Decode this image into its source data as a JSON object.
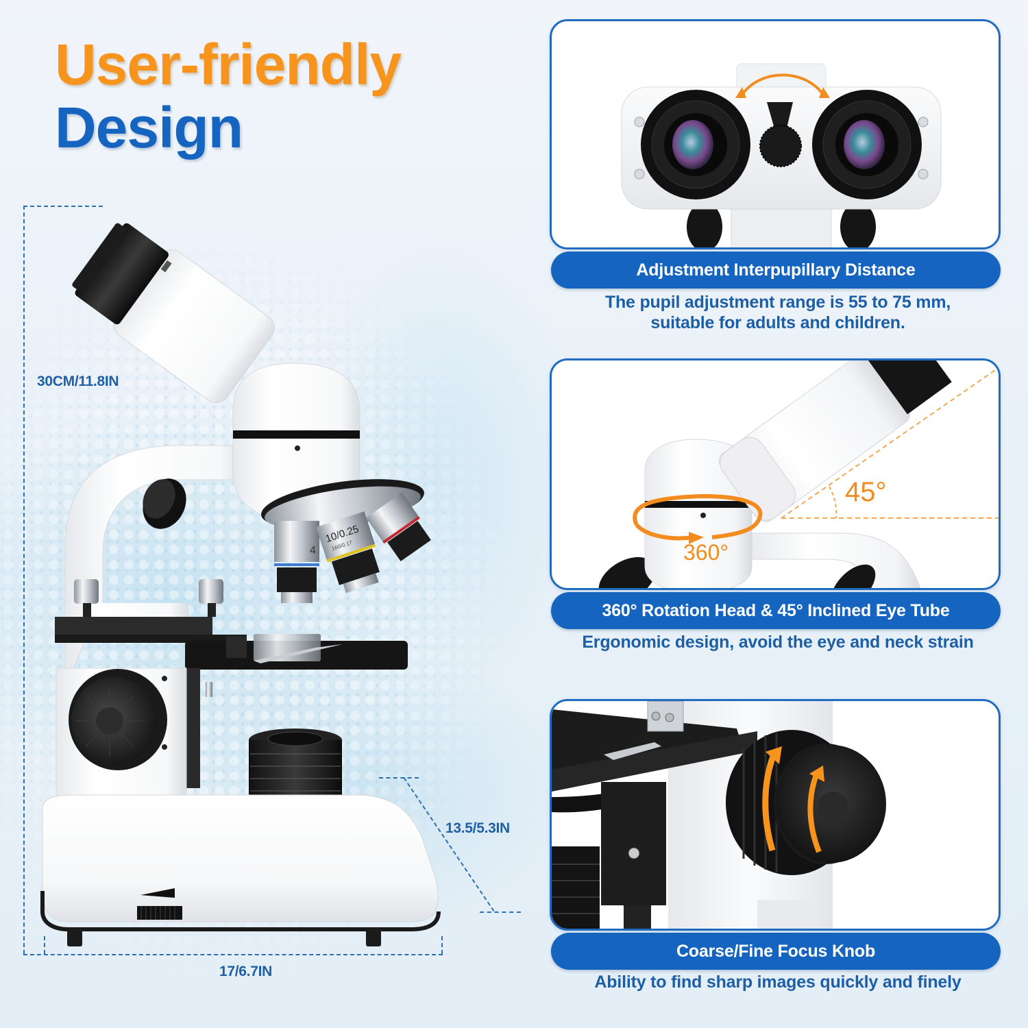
{
  "headline": {
    "line1": "User-friendly",
    "line2": "Design",
    "line1_color": "#f7941d",
    "line2_color": "#1565c0"
  },
  "dimensions": {
    "height": "30CM/11.8IN",
    "width": "17/6.7IN",
    "depth": "13.5/5.3IN",
    "line_color": "#2b6fad"
  },
  "microscope": {
    "objective_label": "10/0.25",
    "objective_sublabel": "160/0.17",
    "objective_partial": "4"
  },
  "features": [
    {
      "title": "Adjustment Interpupillary Distance",
      "description_line1": "The pupil adjustment range is 55 to 75 mm,",
      "description_line2": "suitable for adults and children.",
      "image": "binocular-eyepieces"
    },
    {
      "title": "360° Rotation Head & 45° Inclined Eye Tube",
      "description_line1": "Ergonomic design, avoid the eye and neck strain",
      "image": "rotating-head",
      "angle_label": "45°",
      "rotation_label": "360°"
    },
    {
      "title": "Coarse/Fine Focus Knob",
      "description_line1": "Ability to find sharp images quickly and finely",
      "image": "focus-knob"
    }
  ],
  "colors": {
    "accent_blue": "#1565c0",
    "accent_orange": "#f28c1e",
    "panel_border": "#1f6bbf",
    "description_text": "#1d5fa6"
  }
}
